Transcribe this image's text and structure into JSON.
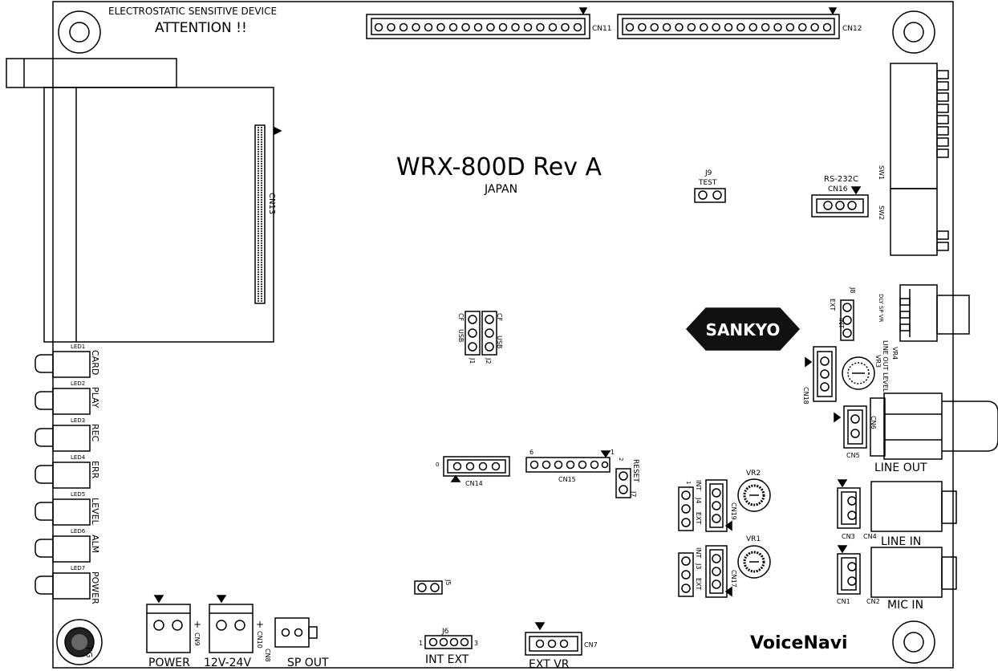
{
  "title": "WRX-800D Rev A",
  "subtitle": "JAPAN",
  "warning_line1": "ELECTROSTATIC SENSITIVE DEVICE",
  "warning_line2": "ATTENTION !!",
  "brand_logo": "SANKYO",
  "product_logo": "VoiceNavi",
  "connectors": {
    "cn11": "CN11",
    "cn12": "CN12",
    "cn13": "CN13",
    "cn14": "CN14",
    "cn15": "CN15",
    "cn16": "CN16",
    "cn16_title": "RS-232C",
    "cn17": "CN17",
    "cn18": "CN18",
    "cn19": "CN19",
    "cn1": "CN1",
    "cn2": "CN2",
    "cn3": "CN3",
    "cn4": "CN4",
    "cn5": "CN5",
    "cn6": "CN6",
    "cn7": "CN7",
    "cn8": "CN8",
    "cn9": "CN9",
    "cn10": "CN10"
  },
  "jumpers": {
    "j9": "J9",
    "j9_label": "TEST",
    "j1": "J1",
    "j1_a": "CF",
    "j1_b": "USB",
    "j2": "J2",
    "j2_a": "CF",
    "j2_b": "USB",
    "j3": "J3",
    "j3_a": "INT",
    "j3_b": "EXT",
    "j4": "J4",
    "j4_a": "INT",
    "j4_b": "EXT",
    "j5": "J5",
    "j6": "J6",
    "j6_label": "INT EXT",
    "j7": "J7",
    "j7_label": "RESET",
    "j8": "J8",
    "j8_a": "EXT",
    "j8_b": "INT"
  },
  "switches": {
    "sw1": "SW1",
    "sw2": "SW2"
  },
  "pots": {
    "vr1": "VR1",
    "vr2": "VR2",
    "vr3": "VR3",
    "vr3_label": "LINE OUT LEVEL",
    "vr4": "VR4",
    "vr4_label": "DLY SP VR"
  },
  "leds": [
    {
      "id": "LED1",
      "label": "CARD"
    },
    {
      "id": "LED2",
      "label": "PLAY"
    },
    {
      "id": "LED3",
      "label": "REC"
    },
    {
      "id": "LED4",
      "label": "ERR"
    },
    {
      "id": "LED5",
      "label": "LEVEL"
    },
    {
      "id": "LED6",
      "label": "ALM"
    },
    {
      "id": "LED7",
      "label": "POWER"
    }
  ],
  "jacks": {
    "line_out": "LINE OUT",
    "line_in": "LINE IN",
    "mic_in": "MIC IN"
  },
  "bottom": {
    "power": "POWER",
    "voltage": "12V-24V",
    "sp_out": "SP OUT",
    "ext_vr": "EXT VR",
    "fg": "FG",
    "plus": "+"
  },
  "pin_numbers": {
    "one": "1",
    "two": "2",
    "three": "3",
    "six": "6",
    "zero": "0"
  }
}
